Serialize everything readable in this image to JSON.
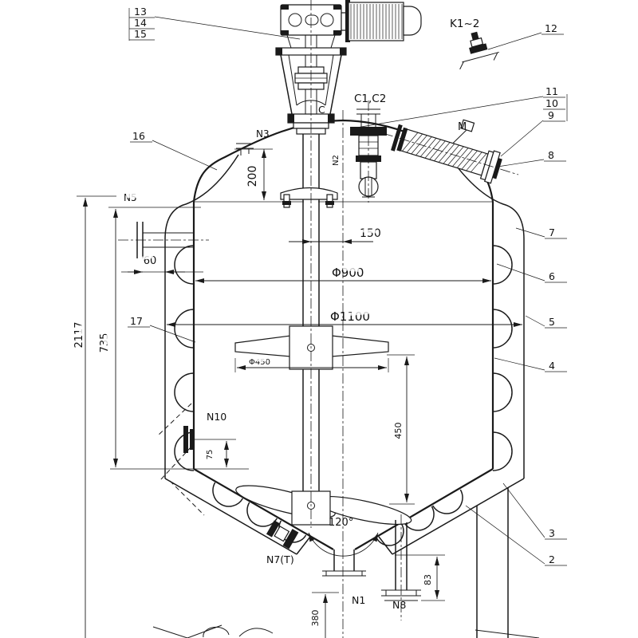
{
  "canvas": {
    "bg": "#ffffff",
    "ink": "#1a1a1a"
  },
  "callouts": {
    "c2": "2",
    "c3": "3",
    "c4": "4",
    "c5": "5",
    "c6": "6",
    "c7": "7",
    "c8": "8",
    "c9": "9",
    "c10": "10",
    "c11": "11",
    "c12": "12",
    "c13": "13",
    "c14": "14",
    "c15": "15",
    "c16": "16",
    "c17": "17"
  },
  "nozzles": {
    "k12": "K1~2",
    "c1c2": "C1,C2",
    "c": "C",
    "m": "M",
    "n1": "N1",
    "n2": "N2",
    "n3": "N3",
    "n5": "N5",
    "n7": "N7(T)",
    "n8": "N8",
    "n10": "N10"
  },
  "dims": {
    "h200": "200",
    "off150": "150",
    "phi900": "Φ900",
    "phi1100": "Φ1100",
    "phi450": "Φ450",
    "w60": "60",
    "h2117": "2117",
    "h735": "735",
    "s450": "450",
    "n10_75": "75",
    "a120": "120°",
    "n8_83": "83",
    "h380": "380"
  }
}
